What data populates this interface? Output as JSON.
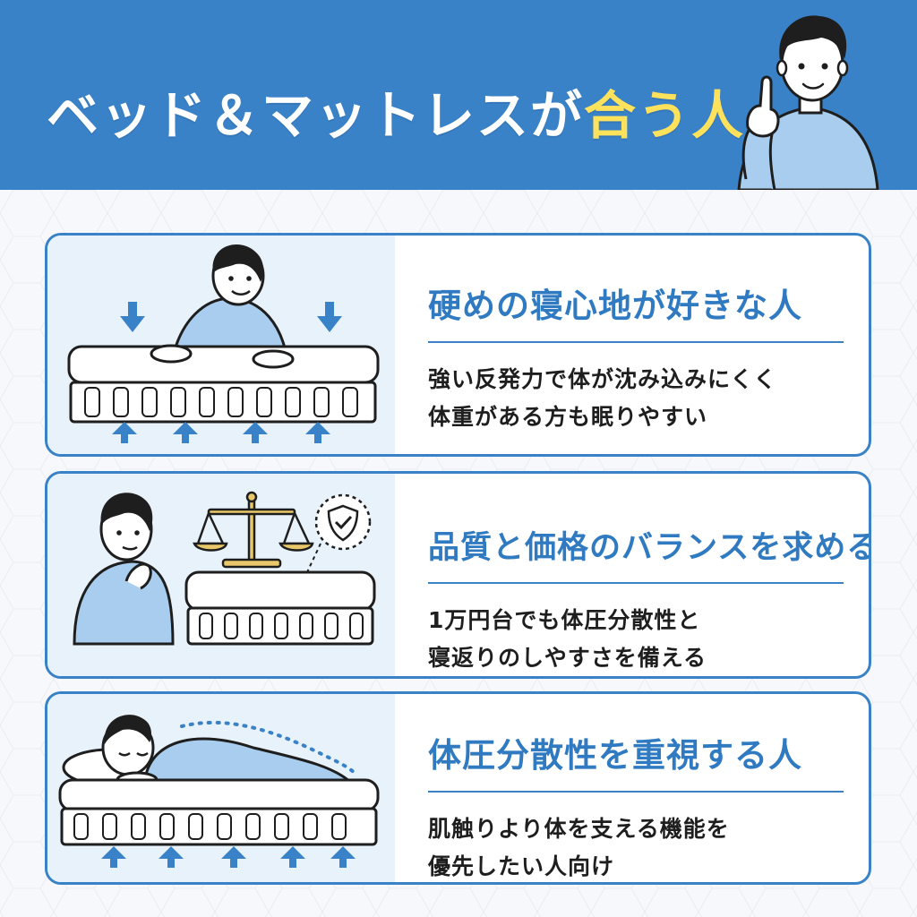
{
  "header": {
    "title_main": "ベッド＆マットレスが",
    "title_accent": "合う人"
  },
  "cards": [
    {
      "title": "硬めの寝心地が好きな人",
      "lines": [
        "強い反発力で体が沈み込みにくく",
        "体重がある方も眠りやすい"
      ]
    },
    {
      "title": "品質と価格のバランスを求める人",
      "lines": [
        "1万円台でも体圧分散性と",
        "寝返りのしやすさを備える"
      ]
    },
    {
      "title": "体圧分散性を重視する人",
      "lines": [
        "肌触りより体を支える機能を",
        "優先したい人向け"
      ]
    }
  ],
  "colors": {
    "primary": "#3a82c8",
    "accent_yellow": "#ffe25c",
    "illustration_bg": "#e8f2fb",
    "shirt": "#a9cdee"
  },
  "icons": [
    "person-pointing-icon",
    "down-arrow-icon",
    "up-arrow-icon",
    "balance-scale-icon",
    "shield-check-icon",
    "mattress-icon"
  ]
}
